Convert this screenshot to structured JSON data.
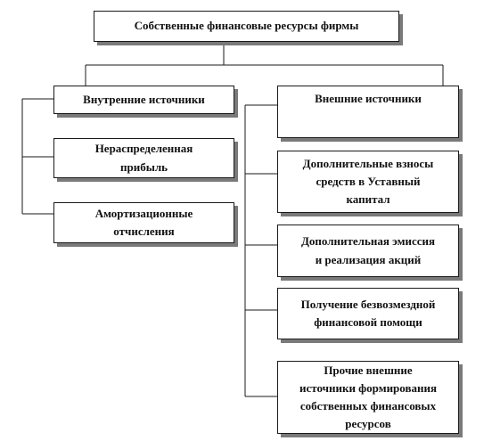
{
  "diagram": {
    "title": "Собственные финансовые ресурсы фирмы",
    "internal": {
      "header": "Внутренние источники",
      "items": [
        "Нераспределенная\nприбыль",
        "Амортизационные\nотчисления"
      ]
    },
    "external": {
      "header": "Внешние источники",
      "items": [
        "Дополнительные взносы\nсредств в Уставный\nкапитал",
        "Дополнительная эмиссия\nи реализация акций",
        "Получение безвозмездной\nфинансовой помощи",
        "Прочие внешние\nисточники формирования\nсобственных финансовых\nресурсов"
      ]
    }
  },
  "colors": {
    "line": "#1a1a1a",
    "shadow": "#7a7a7a",
    "box": "#ffffff"
  }
}
